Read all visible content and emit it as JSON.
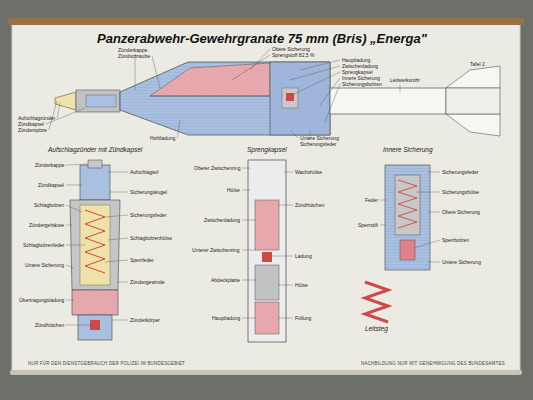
{
  "diagram": {
    "title": "Panzerabwehr-Gewehrgranate 75 mm (Bris) „Energa\"",
    "labels": [
      "Tafel 2",
      "Zünderkappe",
      "Zündschraube",
      "Obere Sicherung",
      "Sprengstoff 82,5 %",
      "Hauptladung",
      "Zwischenladung",
      "Sprengkapsel",
      "Innere Sicherung",
      "Leitwerksrohr",
      "Sicherungsbolzen",
      "Aufschlagzünder",
      "Zündkapsel",
      "Zünderspitze",
      "Hohlladung",
      "Untere Sicherung",
      "Sicherungsfeder",
      "Aufschlagzünder mit Zündkapsel",
      "Sprengkapsel",
      "Innere Sicherung",
      "Leitsteg",
      "Zünderkappe",
      "Zündkapsel",
      "Schlagbolzen",
      "Zündergehäuse",
      "Schlagbolzenfeder",
      "Untere Sicherung",
      "Übertragungsladung",
      "Zündhütchen",
      "Aufschlagteil",
      "Sicherungskugel",
      "Sicherungsfeder",
      "Schlagbolzenhülse",
      "Sperrfeder",
      "Zündergewinde",
      "Zünderkörper",
      "Oberer Zwischenring",
      "Hülse",
      "Zwischenladung",
      "Unterer Zwischenring",
      "Abdeckplatte",
      "Hauptladung",
      "Wachshülse",
      "Zündhütchen",
      "Ladung",
      "Hülse",
      "Füllung",
      "Sicherungsfeder",
      "Sicherungshülse",
      "Obere Sicherung",
      "Sperrbolzen",
      "Untere Sicherung",
      "Feder",
      "Sperrstift",
      "NUR FÜR DEN DIENSTGEBRAUCH DER POLIZEI IM BUNDESGEBIET",
      "NACHBILDUNG NUR MIT GENEHMIGUNG DES BUNDESAMTES"
    ]
  }
}
